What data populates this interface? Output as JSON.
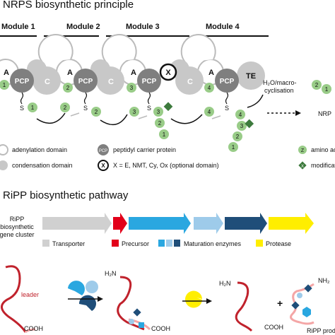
{
  "nrps": {
    "title": "NRPS biosynthetic principle",
    "modules": [
      "Module 1",
      "Module 2",
      "Module 3",
      "Module 4"
    ],
    "domain_labels": {
      "a": "A",
      "c": "C",
      "pcp": "PCP",
      "x": "X",
      "te": "TE",
      "s": "S"
    },
    "monomers": [
      "1",
      "2",
      "3",
      "4"
    ],
    "release_note_line1": "H₂O/macro-",
    "release_note_line2": "cyclisation",
    "product": "NRP",
    "legend": {
      "adenylation": "adenylation domain",
      "condensation": "condensation domain",
      "pcp_symbol": "PCP",
      "pcp": "peptidyl carrier protein",
      "x_symbol": "X",
      "x": "X = E, NMT, Cy, Ox (optional domain)",
      "z_symbol": "Z",
      "amino_acid": "amino ac",
      "modification_symbol": "X",
      "modification": "modificati"
    },
    "colors": {
      "a_domain": "#ffffff",
      "c_domain": "#c8c8c8",
      "pcp_domain": "#7f7f7f",
      "monomer": "#99cc88",
      "modification": "#3d7a3d"
    }
  },
  "ripp": {
    "title": "RiPP biosynthetic pathway",
    "cluster_label": [
      "RiPP",
      "biosynthetic",
      "gene cluster"
    ],
    "legend": {
      "transporter": "Transporter",
      "precursor": "Precursor",
      "maturation": "Maturation enzymes",
      "protease": "Protease"
    },
    "colors": {
      "transporter": "#d0d0d0",
      "precursor": "#e2001a",
      "maturation_light": "#2aa7e0",
      "maturation_pale": "#9ecbea",
      "maturation_dark": "#1f4e79",
      "protease": "#ffee00",
      "peptide": "#c0222c",
      "core": "#f4a6a6"
    },
    "leader": "leader",
    "cooh": "COOH",
    "nh2": "H₂N",
    "nh2_right": "NH₂",
    "plus": "+",
    "product": "RiPP produ"
  }
}
